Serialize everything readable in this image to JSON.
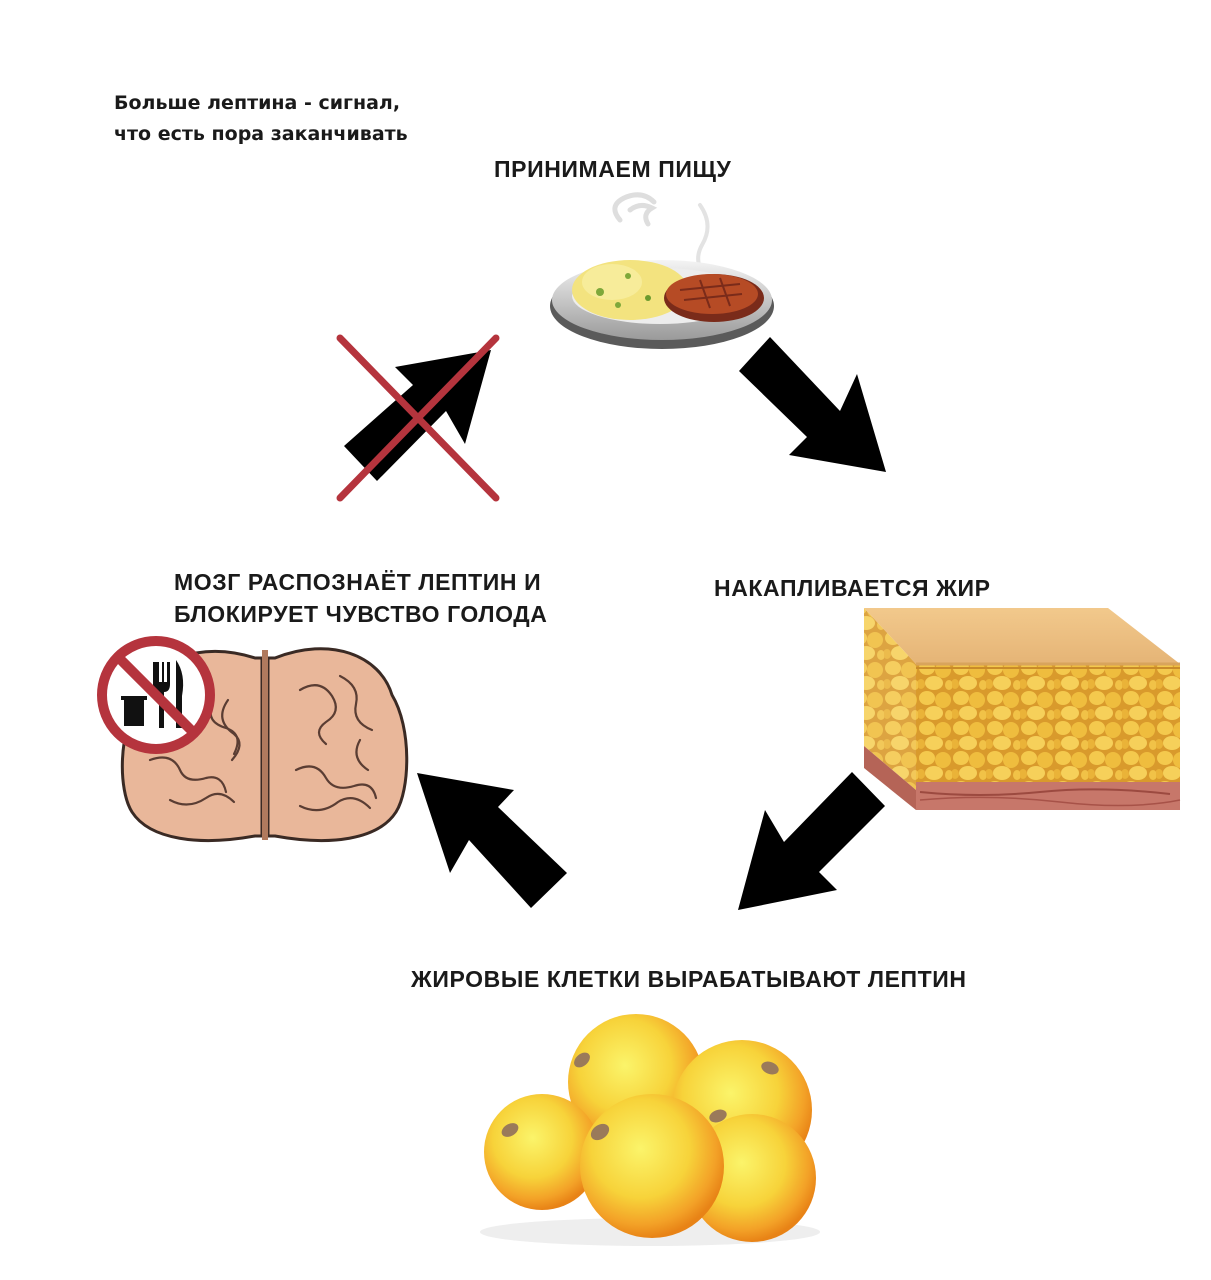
{
  "note": {
    "line1": "Больше лептина - сигнал,",
    "line2": "что есть пора заканчивать"
  },
  "steps": {
    "eat": "ПРИНИМАЕМ ПИЩУ",
    "fat": "НАКАПЛИВАЕТСЯ ЖИР",
    "cells": "ЖИРОВЫЕ КЛЕТКИ ВЫРАБАТЫВАЮТ ЛЕПТИН",
    "brain_line1": "МОЗГ РАСПОЗНАЁТ ЛЕПТИН И",
    "brain_line2": "БЛОКИРУЕТ ЧУВСТВО ГОЛОДА"
  },
  "colors": {
    "arrow": "#000000",
    "cross": "#b5343d",
    "fat_yellow": "#e7b544",
    "cell_orange": "#f39a23",
    "brain": "#e9b79a"
  },
  "icons": [
    "food-plate-icon",
    "fat-tissue-icon",
    "fat-cells-icon",
    "brain-icon",
    "no-eating-icon",
    "crossed-arrow-icon"
  ]
}
